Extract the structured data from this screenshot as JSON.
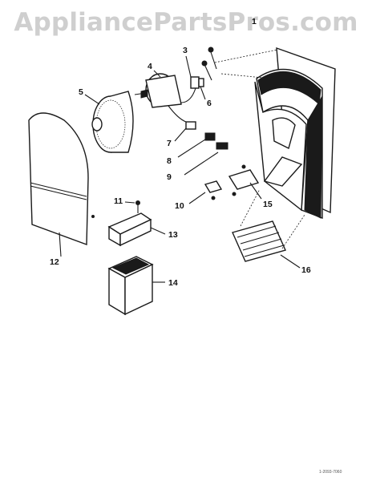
{
  "watermark": "AppliancePartsPros.com",
  "callouts": {
    "c1": "1",
    "c3": "3",
    "c4": "4",
    "c5": "5",
    "c6": "6",
    "c7": "7",
    "c8": "8",
    "c9": "9",
    "c10": "10",
    "c11": "11",
    "c12": "12",
    "c13": "13",
    "c14": "14",
    "c15": "15",
    "c16": "16"
  },
  "footer_code": "1-2093-7060"
}
